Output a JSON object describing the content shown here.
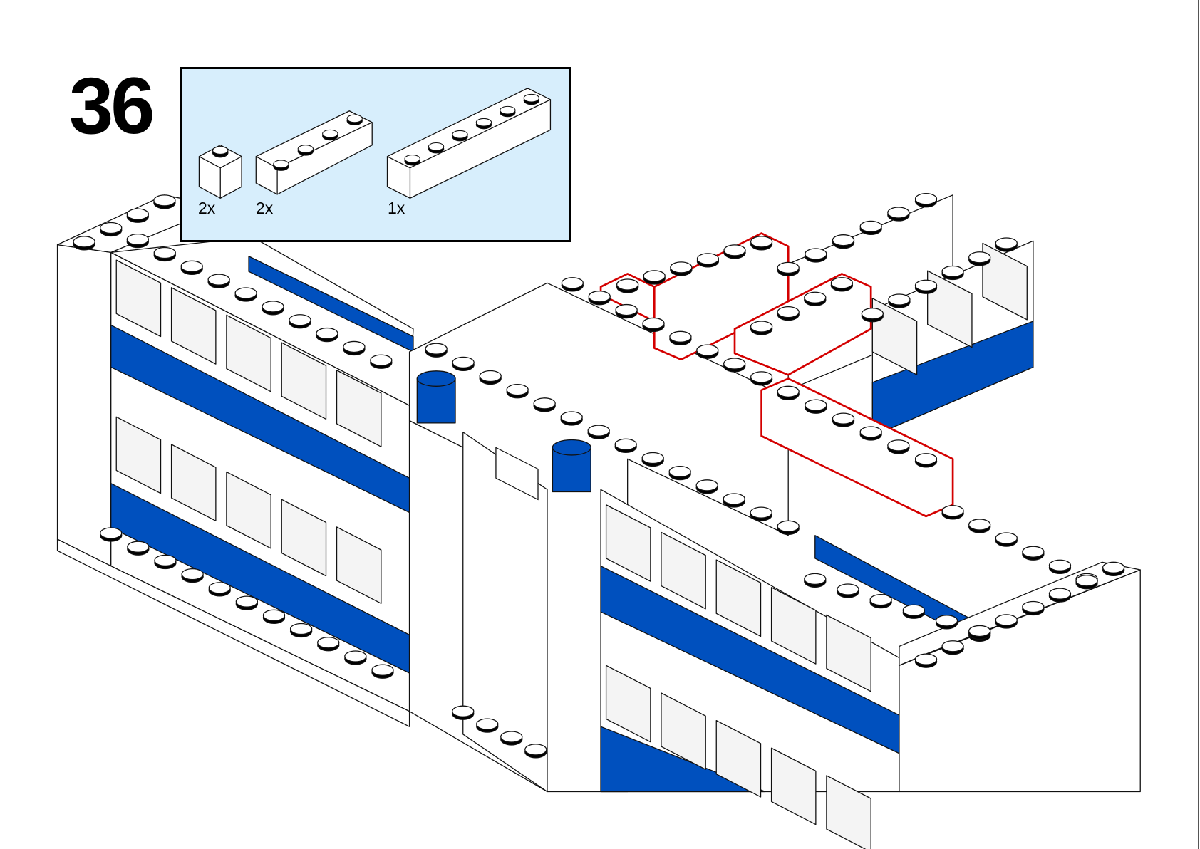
{
  "step": {
    "number": "36"
  },
  "parts_list": {
    "items": [
      {
        "qty": "2x",
        "part": "brick-1x1",
        "color": "#ffffff"
      },
      {
        "qty": "2x",
        "part": "brick-1x4",
        "color": "#ffffff"
      },
      {
        "qty": "1x",
        "part": "brick-1x6",
        "color": "#ffffff"
      }
    ],
    "background": "#d7eefc"
  },
  "colors": {
    "blue": "#0050be",
    "highlight": "#d40000",
    "white": "#ffffff",
    "glass": "#f4f4f4"
  }
}
